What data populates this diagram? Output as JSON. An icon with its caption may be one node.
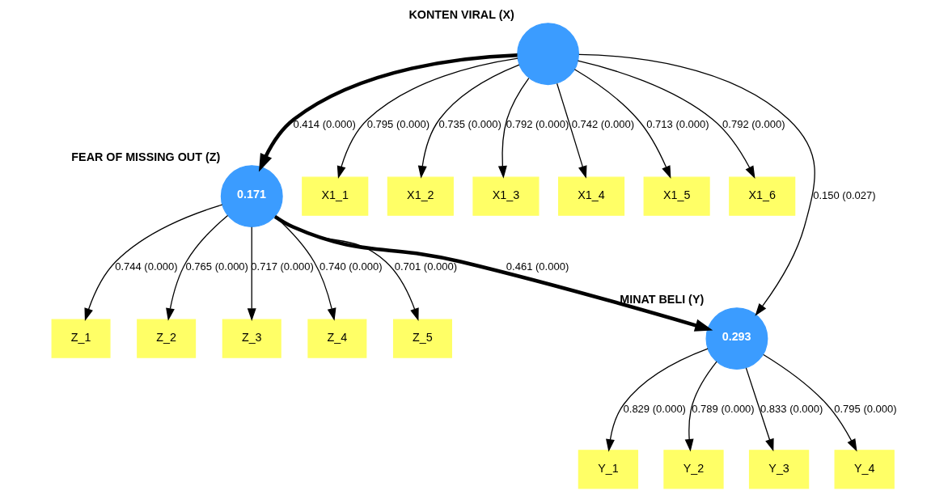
{
  "diagram": {
    "nodes": [
      {
        "text": [
          "Z_1"
        ]
      },
      {
        "text": [
          "Z_2"
        ]
      },
      {
        "text": [
          "Z_3"
        ]
      },
      {
        "text": [
          "Z_4"
        ]
      },
      {
        "text": [
          "Z_5"
        ]
      },
      {
        "text": [
          "0.171"
        ],
        "beside": [
          "FEAR OF MISSING OUT (Z)"
        ]
      },
      {
        "text": [
          "X1_1"
        ]
      },
      {
        "text": [
          "X1_2"
        ]
      },
      {
        "text": [
          "X1_3"
        ]
      },
      {
        "text": [
          "X1_4"
        ]
      },
      {
        "text": [
          "X1_5"
        ]
      },
      {
        "text": [
          "X1_6"
        ]
      },
      {
        "text": [],
        "shape": "circle",
        "beside": [
          "KONTEN VIRAL (X)"
        ]
      },
      {
        "text": [
          "0.293"
        ],
        "beside": [
          "MINAT BELI (Y)"
        ]
      },
      {
        "text": [
          "Y_1"
        ]
      },
      {
        "text": [
          "Y_2"
        ]
      },
      {
        "text": [
          "Y_3"
        ]
      },
      {
        "text": [
          "Y_4"
        ]
      }
    ],
    "edges": [
      {
        "from": 5,
        "to": 0,
        "arrow": "to",
        "label": "0.744 (0.000)"
      },
      {
        "from": 5,
        "to": 1,
        "arrow": "to",
        "label": "0.765 (0.000)"
      },
      {
        "from": 5,
        "to": 2,
        "arrow": "to",
        "label": "0.717 (0.000)"
      },
      {
        "from": 5,
        "to": 3,
        "arrow": "to",
        "label": "0.740 (0.000)"
      },
      {
        "from": 5,
        "to": 4,
        "arrow": "to",
        "label": "0.701 (0.000)"
      },
      {
        "from": 12,
        "to": 6,
        "arrow": "to",
        "label": "0.795 (0.000)"
      },
      {
        "from": 12,
        "to": 7,
        "arrow": "to",
        "label": "0.735 (0.000)"
      },
      {
        "from": 12,
        "to": 8,
        "arrow": "to",
        "label": "0.792 (0.000)"
      },
      {
        "from": 12,
        "to": 9,
        "arrow": "to",
        "label": "0.742 (0.000)"
      },
      {
        "from": 12,
        "to": 10,
        "arrow": "to",
        "label": "0.713 (0.000)"
      },
      {
        "from": 12,
        "to": 11,
        "arrow": "to",
        "label": "0.792 (0.000)"
      },
      {
        "from": 12,
        "to": 5,
        "arrow": "to",
        "label": "0.414 (0.000)",
        "style": "thick"
      },
      {
        "from": 5,
        "to": 13,
        "arrow": "to",
        "label": "0.461 (0.000)",
        "style": "thick"
      },
      {
        "from": 12,
        "to": 13,
        "arrow": "to",
        "label": "0.150 (0.027)"
      },
      {
        "from": 13,
        "to": 14,
        "arrow": "to",
        "label": "0.829 (0.000)"
      },
      {
        "from": 13,
        "to": 15,
        "arrow": "to",
        "label": "0.789 (0.000)"
      },
      {
        "from": 13,
        "to": 16,
        "arrow": "to",
        "label": "0.833 (0.000)"
      },
      {
        "from": 13,
        "to": 17,
        "arrow": "to",
        "label": "0.795 (0.000)"
      }
    ]
  }
}
